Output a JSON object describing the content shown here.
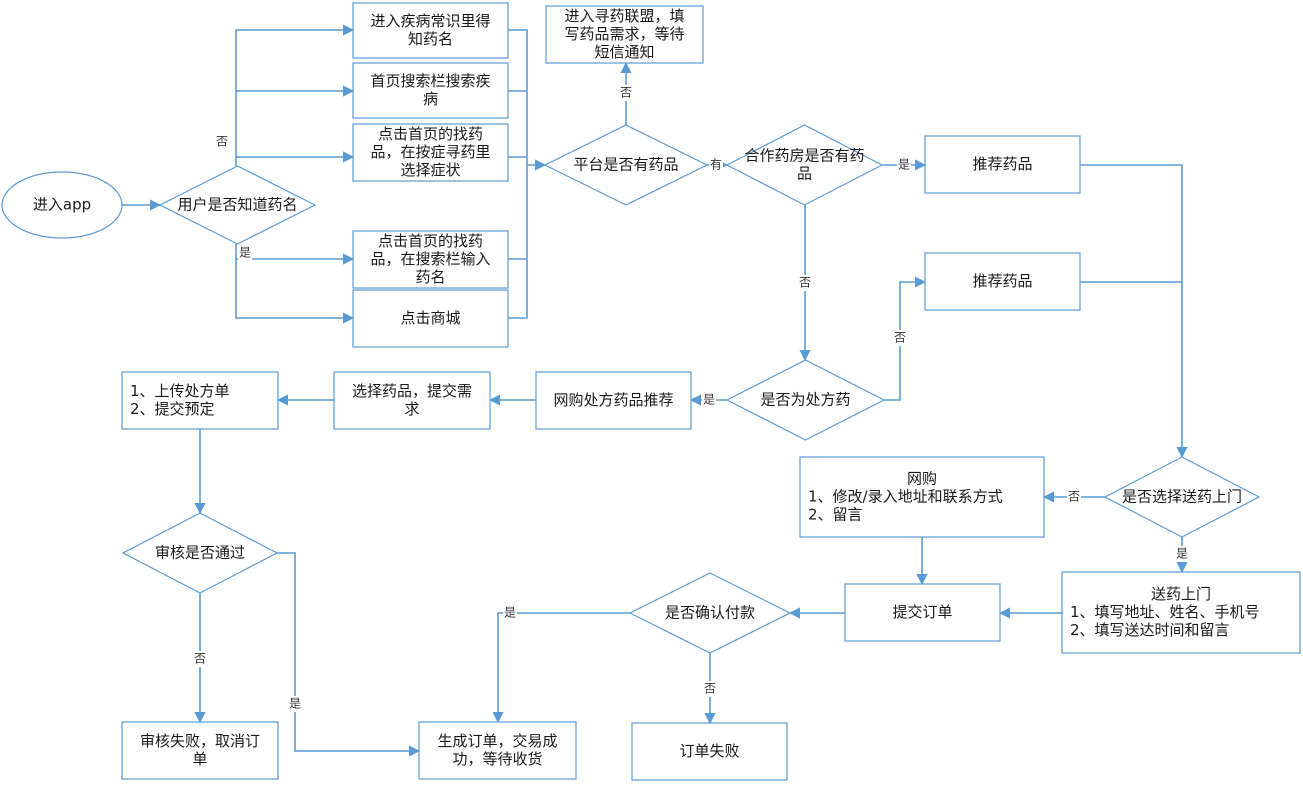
{
  "nodes": {
    "start": [
      "进入app"
    ],
    "know_name": [
      "用户是否知道药名"
    ],
    "disease_knowledge": [
      "进入疾病常识里得",
      "知药名"
    ],
    "home_search_disease": [
      "首页搜索栏搜索疾",
      "病"
    ],
    "symptom_search": [
      "点击首页的找药",
      "品，在按症寻药里",
      "选择症状"
    ],
    "name_search": [
      "点击首页的找药",
      "品，在搜索栏输入",
      "药名"
    ],
    "mall": [
      "点击商城"
    ],
    "platform_has": [
      "平台是否有药品"
    ],
    "alliance": [
      "进入寻药联盟，填",
      "写药品需求，等待",
      "短信通知"
    ],
    "partner_has": [
      "合作药房是否有药",
      "品"
    ],
    "recommend1": [
      "推荐药品"
    ],
    "recommend2": [
      "推荐药品"
    ],
    "is_rx": [
      "是否为处方药"
    ],
    "online_rx": [
      "网购处方药品推荐"
    ],
    "select_drug": [
      "选择药品，提交需",
      "求"
    ],
    "upload_rx": [
      "1、上传处方单",
      "2、提交预定"
    ],
    "review": [
      "审核是否通过"
    ],
    "review_fail": [
      "审核失败，取消订",
      "单"
    ],
    "delivery_q": [
      "是否选择送药上门"
    ],
    "online": [
      "网购",
      "1、修改/录入地址和联系方式",
      "2、留言"
    ],
    "delivery": [
      "送药上门",
      "1、填写地址、姓名、手机号",
      "2、填写送达时间和留言"
    ],
    "submit": [
      "提交订单"
    ],
    "confirm_pay": [
      "是否确认付款"
    ],
    "order_fail": [
      "订单失败"
    ],
    "success": [
      "生成订单，交易成",
      "功，等待收货"
    ]
  },
  "edge_labels": {
    "no": "否",
    "yes": "是",
    "has": "有"
  },
  "colors": {
    "stroke": "#5b9bd5",
    "text": "#1a1a1a"
  }
}
